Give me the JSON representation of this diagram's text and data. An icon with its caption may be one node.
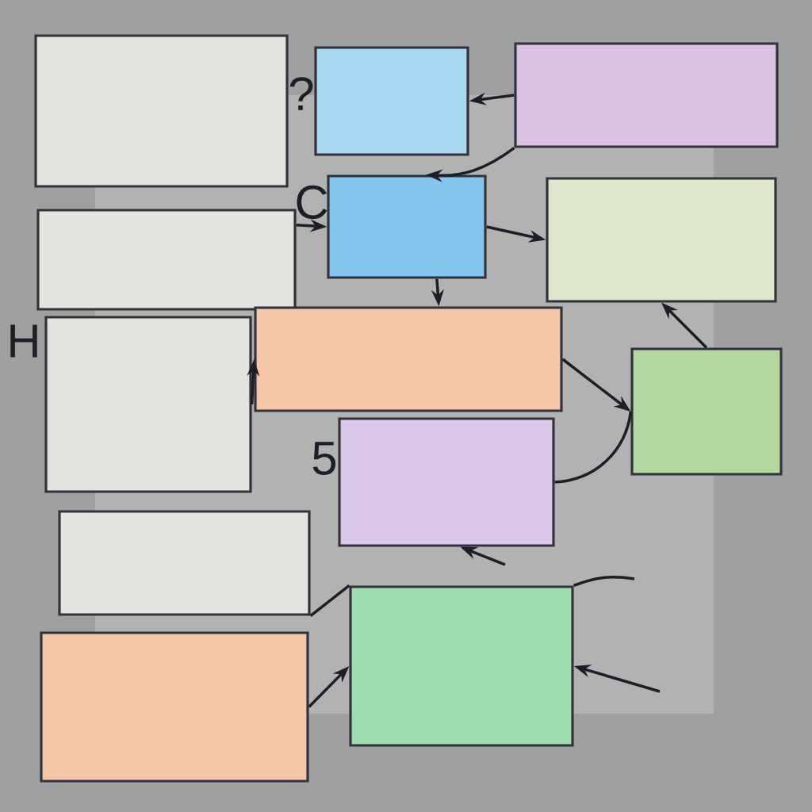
{
  "diagram": {
    "nodes": [
      {
        "text": [],
        "shape": "box"
      },
      {
        "text": [],
        "shape": "box"
      },
      {
        "text": [],
        "shape": "box"
      },
      {
        "text": [],
        "shape": "box"
      },
      {
        "text": [],
        "shape": "box"
      },
      {
        "text": [],
        "shape": "box"
      },
      {
        "text": [],
        "shape": "box"
      },
      {
        "text": [],
        "shape": "box"
      },
      {
        "text": [],
        "shape": "box"
      },
      {
        "text": [],
        "shape": "box"
      },
      {
        "text": [],
        "shape": "box"
      },
      {
        "text": [],
        "shape": "box"
      },
      {
        "text": [],
        "shape": "box"
      }
    ],
    "edges": [
      {
        "from": 2,
        "to": 1,
        "arrow": "to"
      },
      {
        "from": 2,
        "to": 4,
        "arrow": "to"
      },
      {
        "from": 3,
        "to": 4,
        "arrow": "to"
      },
      {
        "from": 4,
        "to": 5,
        "arrow": "to"
      },
      {
        "from": 4,
        "to": 7,
        "arrow": "to"
      },
      {
        "from": 6,
        "to": 7,
        "arrow": "to"
      },
      {
        "from": 7,
        "to": 8,
        "arrow": "to"
      },
      {
        "from": 8,
        "to": 5,
        "arrow": "to"
      },
      {
        "from": 8,
        "to": 9,
        "arrow": "none"
      },
      {
        "from": null,
        "to": 9,
        "arrow": "to"
      },
      {
        "from": 10,
        "to": 12,
        "arrow": "none"
      },
      {
        "from": 11,
        "to": 12,
        "arrow": "to"
      },
      {
        "from": null,
        "to": 12,
        "arrow": "to"
      },
      {
        "from": 12,
        "to": null,
        "arrow": "none"
      }
    ],
    "labels": [
      "?",
      "C",
      "H",
      "5"
    ]
  }
}
